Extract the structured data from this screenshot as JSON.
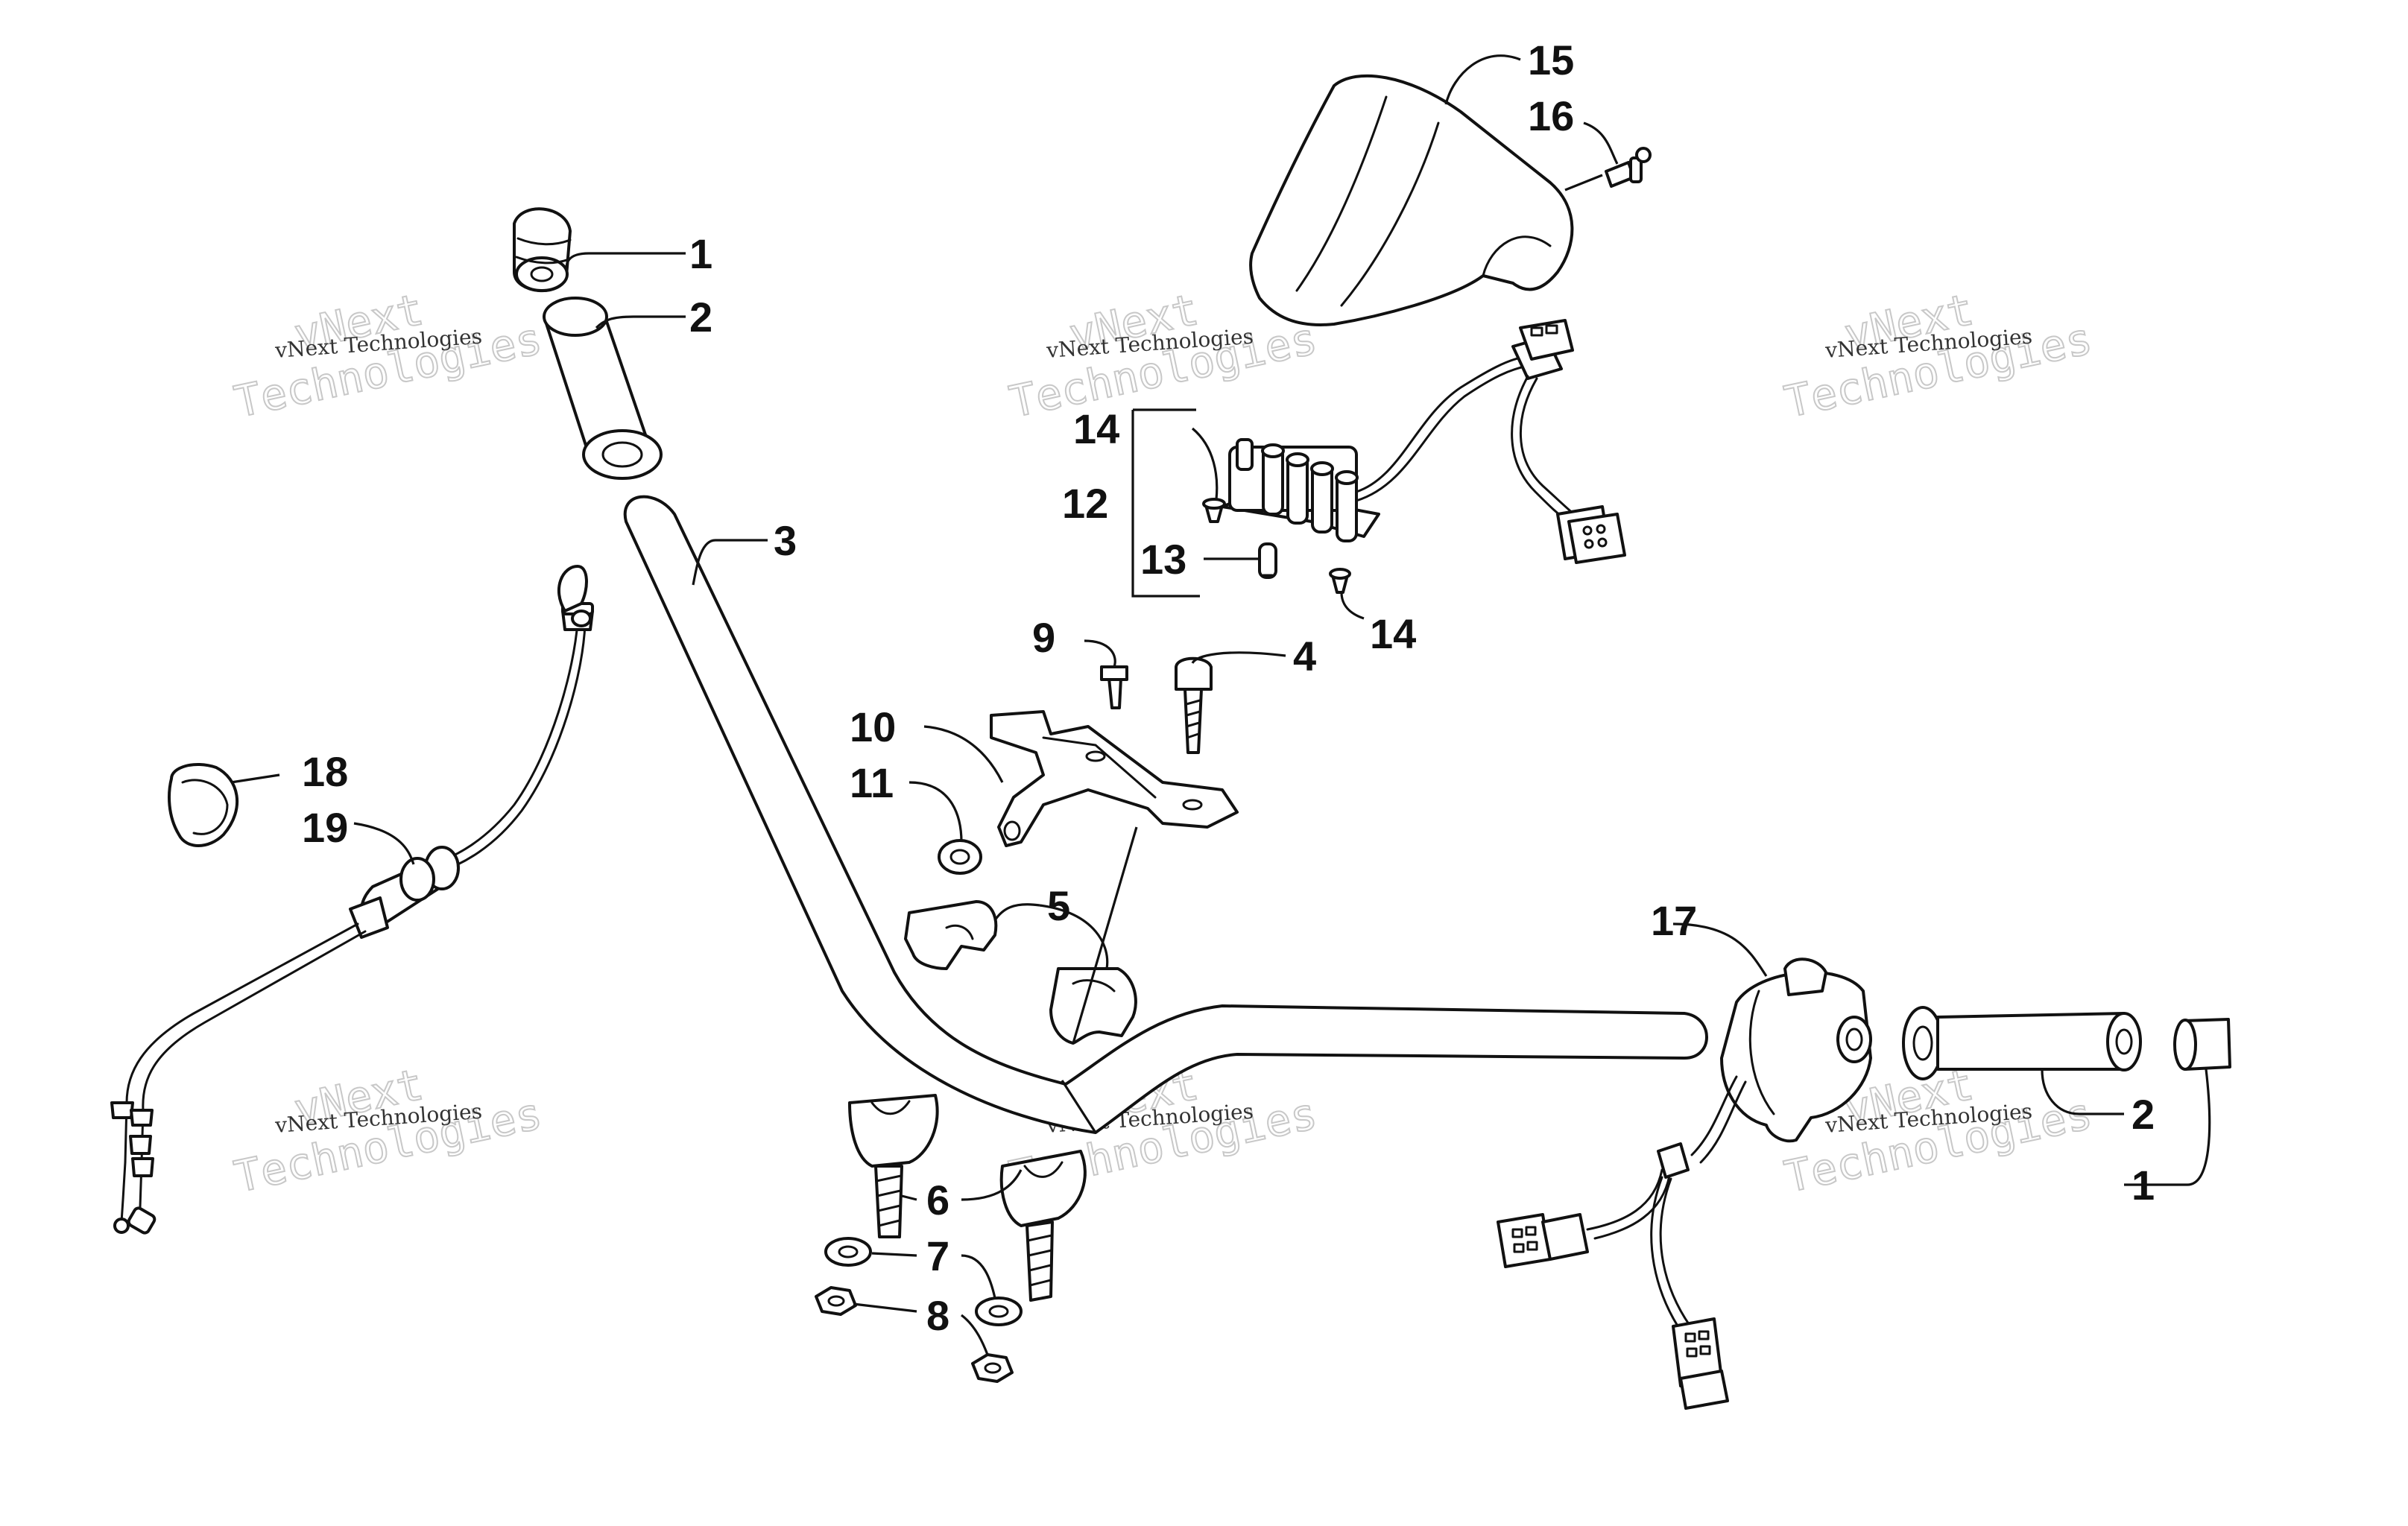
{
  "callouts": [
    {
      "id": "c15",
      "label": "15"
    },
    {
      "id": "c16",
      "label": "16"
    },
    {
      "id": "c1a",
      "label": "1"
    },
    {
      "id": "c2a",
      "label": "2"
    },
    {
      "id": "c3",
      "label": "3"
    },
    {
      "id": "c14a",
      "label": "14"
    },
    {
      "id": "c12",
      "label": "12"
    },
    {
      "id": "c13",
      "label": "13"
    },
    {
      "id": "c14b",
      "label": "14"
    },
    {
      "id": "c9",
      "label": "9"
    },
    {
      "id": "c4",
      "label": "4"
    },
    {
      "id": "c10",
      "label": "10"
    },
    {
      "id": "c11",
      "label": "11"
    },
    {
      "id": "c18",
      "label": "18"
    },
    {
      "id": "c19",
      "label": "19"
    },
    {
      "id": "c5",
      "label": "5"
    },
    {
      "id": "c17",
      "label": "17"
    },
    {
      "id": "c2b",
      "label": "2"
    },
    {
      "id": "c1b",
      "label": "1"
    },
    {
      "id": "c6",
      "label": "6"
    },
    {
      "id": "c7",
      "label": "7"
    },
    {
      "id": "c8",
      "label": "8"
    }
  ],
  "watermark": {
    "small": "vNext Technologies",
    "big": "Technologies",
    "faint": "vNext"
  }
}
